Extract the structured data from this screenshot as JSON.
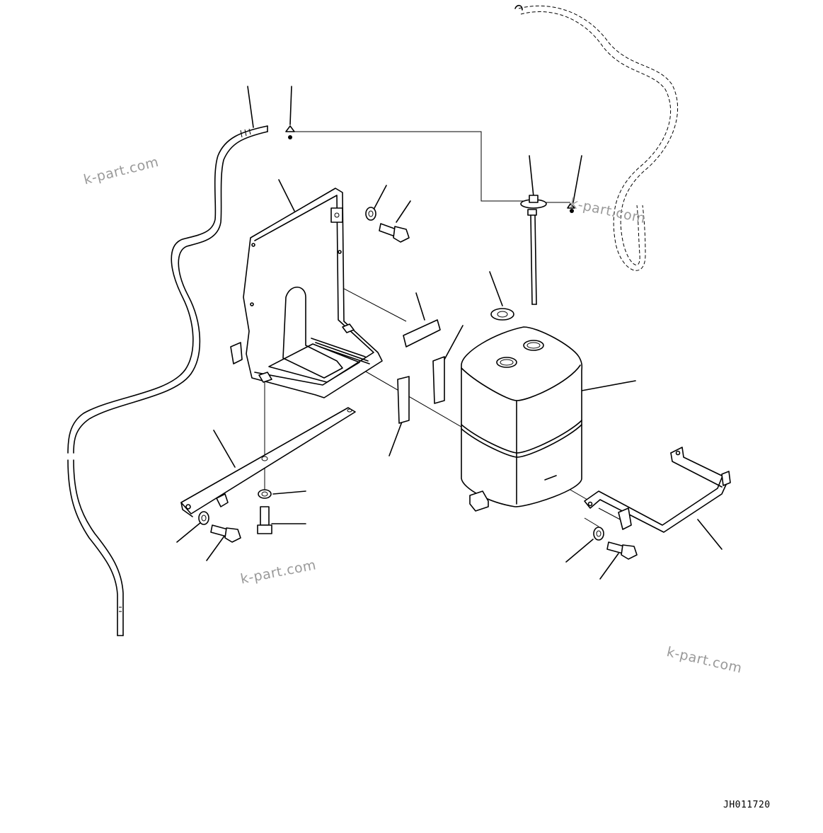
{
  "watermarks": [
    "k-part.com",
    "k-part.com",
    "k-part.com",
    "k-part.com"
  ],
  "drawing_id": "JH011720",
  "colors": {
    "line": "#000000",
    "watermark": "#9a9a9a",
    "background": "#ffffff"
  }
}
